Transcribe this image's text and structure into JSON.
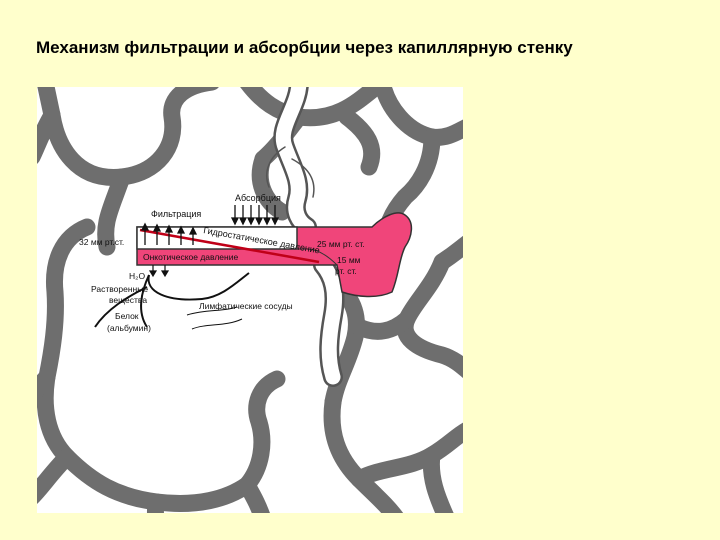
{
  "slide": {
    "title": "Механизм фильтрации и абсорбции через капиллярную стенку"
  },
  "diagram": {
    "labels": {
      "absorption": "Абсорбция",
      "filtration": "Фильтрация",
      "left_pressure": "32 мм рт.ст.",
      "hydrostatic": "Гидростатическое давление",
      "right_pressure_25": "25 мм рт. ст.",
      "oncotic": "Онкотическое давление",
      "right_pressure_15_line1": "15 мм",
      "right_pressure_15_line2": "рт. ст.",
      "water": "H₂O",
      "solutes_line1": "Растворенные",
      "solutes_line2": "вещества",
      "lymph": "Лимфатические сосуды",
      "protein_line1": "Белок",
      "protein_line2": "(альбумин)"
    },
    "colors": {
      "background": "#ffffcc",
      "panel": "#ffffff",
      "tissue": "#6e6e6e",
      "capillary": "#f0457a",
      "pressure_line": "#c00018"
    }
  }
}
